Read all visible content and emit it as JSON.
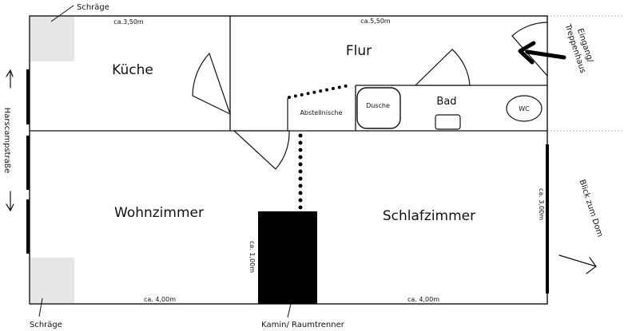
{
  "labels": {
    "schraege_top": "Schräge",
    "schraege_bottom": "Schräge",
    "dim_kitchen_width": "ca.3,50m",
    "dim_hall_width": "ca.5,50m",
    "dim_living_width": "ca. 4,00m",
    "dim_bedroom_width": "ca. 4,00m",
    "dim_depth": "ca. 3,00m",
    "dim_chimney": "ca. 1,00m",
    "kitchen": "Küche",
    "hall": "Flur",
    "bath": "Bad",
    "shower": "Dusche",
    "wc": "WC",
    "niche": "Abstellnische",
    "living": "Wohnzimmer",
    "bedroom": "Schlafzimmer",
    "street": "Harscampstraße",
    "entrance_line1": "Eingang/",
    "entrance_line2": "Treppenhaus",
    "view": "Blick zum Dom",
    "fireplace": "Kamin/ Raumtrenner"
  },
  "colors": {
    "wall": "#111111",
    "slope_area": "#e6e6e6",
    "guide_line": "#b5b5b5",
    "fireplace": "#000000"
  }
}
